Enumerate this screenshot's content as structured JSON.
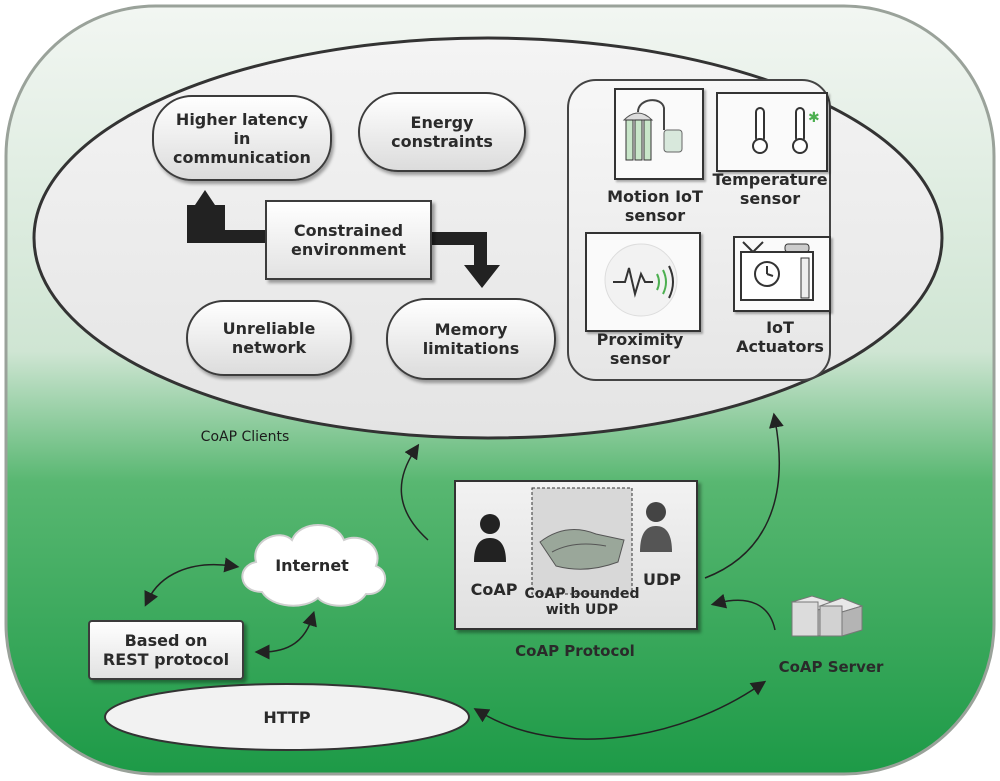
{
  "colors": {
    "green_dark": "#1d9a47",
    "green_light": "#eef5ef",
    "outline": "#333333"
  },
  "ellipse_nodes": {
    "latency": "Higher latency\nin\ncommunication",
    "energy": "Energy\nconstraints",
    "constrained": "Constrained\nenvironment",
    "unreliable": "Unreliable\nnetwork",
    "memory": "Memory\nlimitations"
  },
  "devices": {
    "motion": "Motion IoT\nsensor",
    "temperature": "Temperature\nsensor",
    "proximity": "Proximity\nsensor",
    "actuators": "IoT\nActuators"
  },
  "clients_label": "CoAP Clients",
  "protocol_box": {
    "coap": "CoAP",
    "udp": "UDP",
    "bounded": "CoAP bounded\nwith UDP",
    "caption": "CoAP Protocol"
  },
  "internet": "Internet",
  "rest": "Based on\nREST protocol",
  "http": "HTTP",
  "server": "CoAP Server",
  "icons": [
    "motion-sensor-icon",
    "thermometer-icon",
    "proximity-wave-icon",
    "actuator-icon",
    "person-icon",
    "handshake-icon",
    "server-icon",
    "cloud-icon"
  ]
}
